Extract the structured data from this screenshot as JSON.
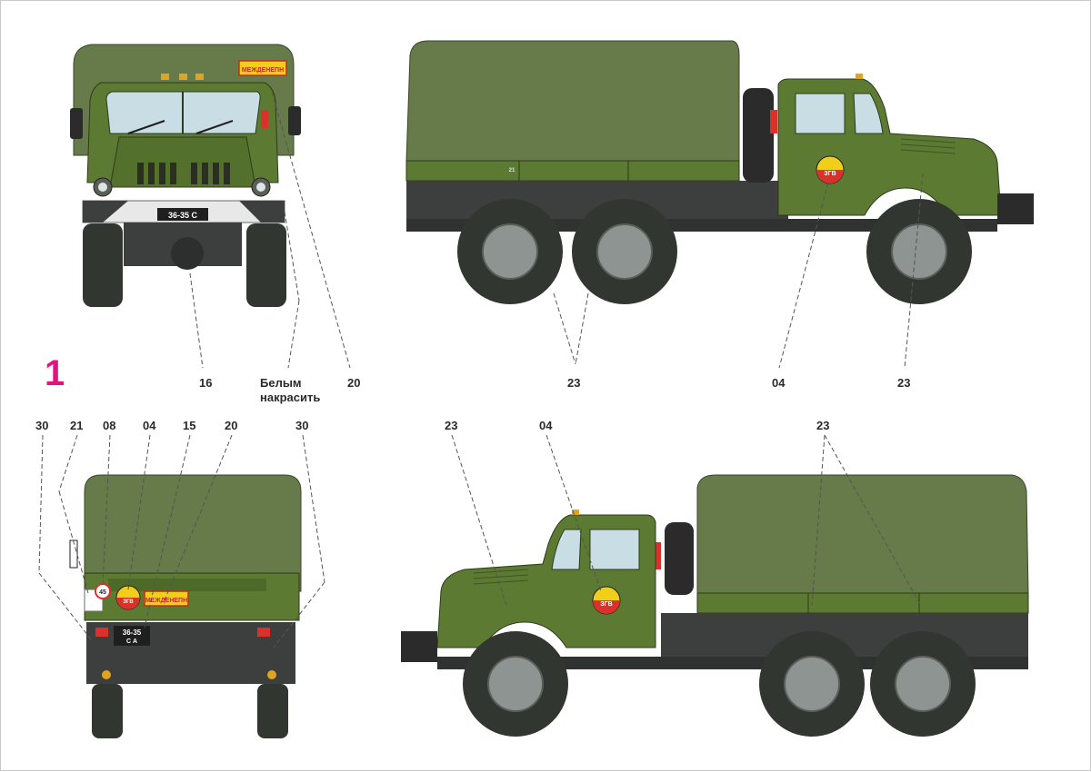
{
  "scheme": {
    "number": "1"
  },
  "note": {
    "line1": "Белым",
    "line2": "накрасить"
  },
  "markings": {
    "plate_front": "36-35 С",
    "plate_rear_top": "36-35",
    "plate_rear_bottom": "С А",
    "sign_label": "МЕЖДЕНЕПН",
    "unit_emblem": "ЗГВ",
    "speed_limit": "45",
    "hatch_mark": "21"
  },
  "colors": {
    "tarp": "#667a4a",
    "body": "#5c7a32",
    "chassis": "#3c3f3e",
    "tyre": "#323631",
    "hub": "#8e9492",
    "accent": "#e0157f"
  },
  "callouts": {
    "front_16": "16",
    "front_20": "20",
    "side_top_23a": "23",
    "side_top_04": "04",
    "side_top_23b": "23",
    "rear_30a": "30",
    "rear_21": "21",
    "rear_08": "08",
    "rear_04": "04",
    "rear_15": "15",
    "rear_20": "20",
    "rear_30b": "30",
    "side_bottom_23a": "23",
    "side_bottom_04": "04",
    "side_bottom_23b": "23"
  }
}
